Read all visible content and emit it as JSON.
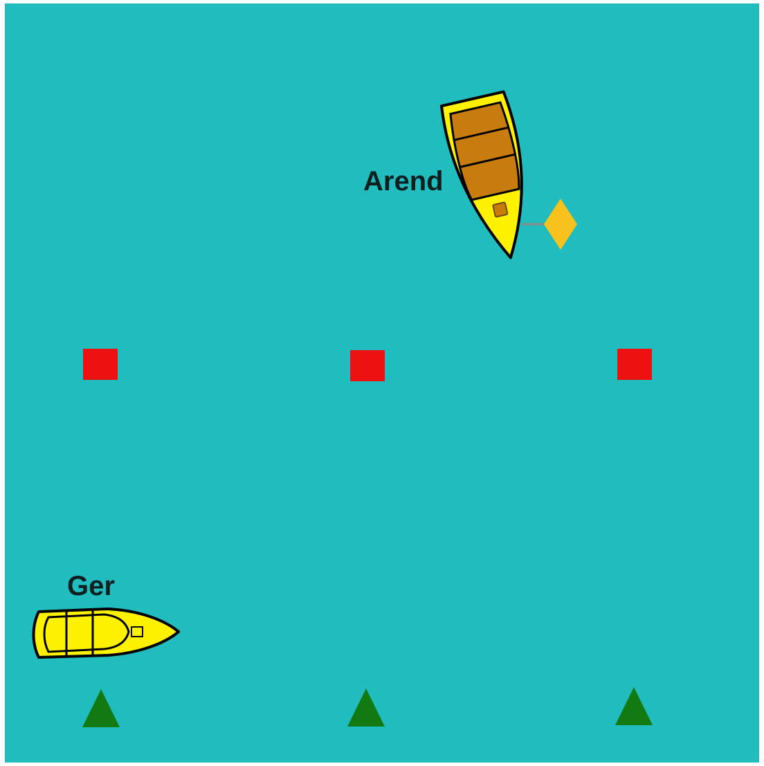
{
  "scene": {
    "water_color": "#21bcbd",
    "frame_color": "#ffffff"
  },
  "boats": [
    {
      "id": "arend",
      "name": "Arend",
      "hull_color": "#fff200",
      "cover_color": "#c97c0e",
      "outline_color": "#000000",
      "covered": true,
      "fender": true
    },
    {
      "id": "ger",
      "name": "Ger",
      "hull_color": "#fff200",
      "cover_color": null,
      "outline_color": "#000000",
      "covered": false,
      "fender": false
    }
  ],
  "fender": {
    "color": "#f7c21b",
    "line_color": "#8a8a8a"
  },
  "buoys": {
    "red": {
      "shape": "square",
      "color": "#ee1111",
      "count": 3
    },
    "green": {
      "shape": "triangle",
      "color": "#117a11",
      "count": 3
    }
  }
}
